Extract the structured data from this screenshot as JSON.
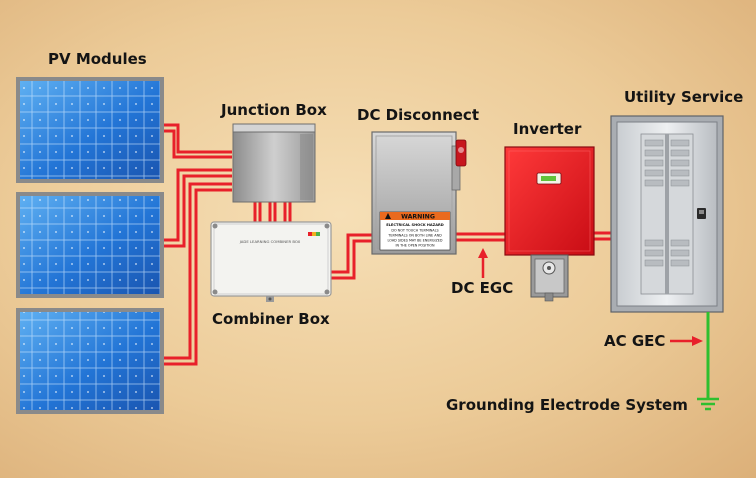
{
  "labels": {
    "pv_modules": "PV Modules",
    "junction_box": "Junction Box",
    "dc_disconnect": "DC Disconnect",
    "inverter": "Inverter",
    "utility_service": "Utility Service",
    "combiner_box": "Combiner Box",
    "dc_egc": "DC EGC",
    "ac_gec": "AC GEC",
    "grounding_electrode_system": "Grounding Electrode System"
  },
  "warning_label": {
    "title": "WARNING",
    "line1": "ELECTRICAL SHOCK HAZARD",
    "line2": "DO NOT TOUCH TERMINALS",
    "line3": "TERMINALS ON BOTH LINE AND",
    "line4": "LOAD SIDES MAY BE ENERGIZED",
    "line5": "IN THE OPEN POSITION"
  },
  "combiner_label": "JADE LEARNING COMBINER BOX",
  "colors": {
    "background": "#f0d4a4",
    "conductor": "#e8202a",
    "ground": "#2fbf2f",
    "inverter": "#e8141e",
    "panel_blue": "#1f6fd0"
  }
}
